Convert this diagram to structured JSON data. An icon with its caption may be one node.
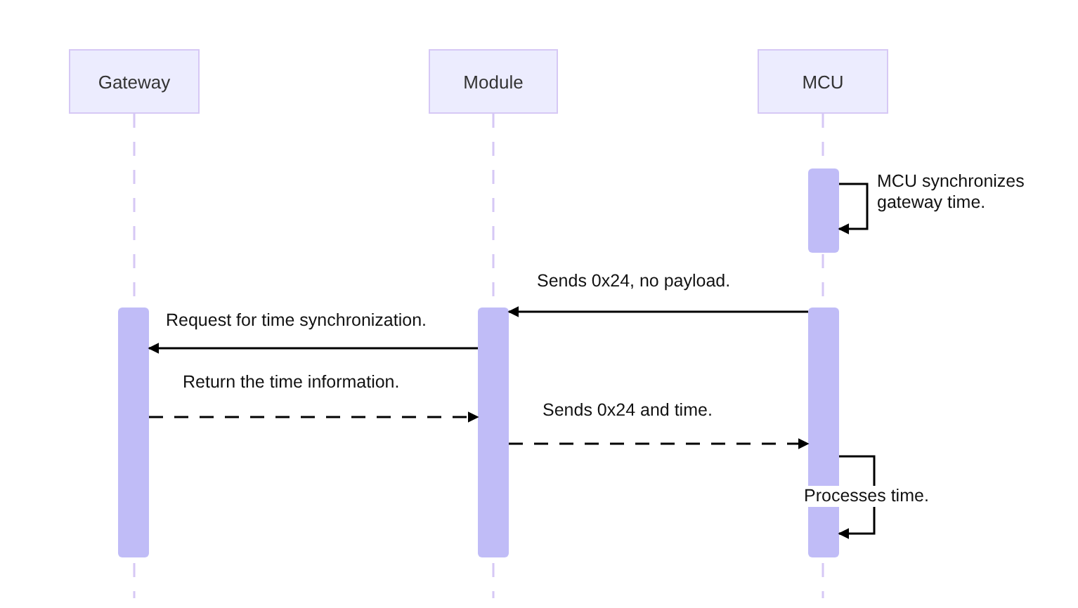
{
  "diagram": {
    "nodes": [
      {
        "text": [
          "Gateway"
        ]
      },
      {
        "text": [
          "Module"
        ]
      },
      {
        "text": [
          "MCU"
        ]
      },
      {
        "text": [],
        "shape": "bar"
      },
      {
        "text": [],
        "shape": "bar"
      },
      {
        "text": [],
        "shape": "bar"
      },
      {
        "text": [],
        "shape": "bar"
      }
    ],
    "edges": [
      {
        "from": 3,
        "to": 3,
        "arrow": "to",
        "label": "MCU synchronizes gateway time."
      },
      {
        "from": 6,
        "to": 5,
        "arrow": "to",
        "label": "Sends 0x24, no payload."
      },
      {
        "from": 5,
        "to": 4,
        "arrow": "to",
        "label": "Request for time synchronization."
      },
      {
        "from": 4,
        "to": 5,
        "arrow": "to",
        "label": "Return the time information.",
        "style": "dashed"
      },
      {
        "from": 5,
        "to": 6,
        "arrow": "to",
        "label": "Sends 0x24 and time.",
        "style": "dashed"
      },
      {
        "from": 6,
        "to": 6,
        "arrow": "to",
        "label": "Processes time."
      }
    ]
  }
}
